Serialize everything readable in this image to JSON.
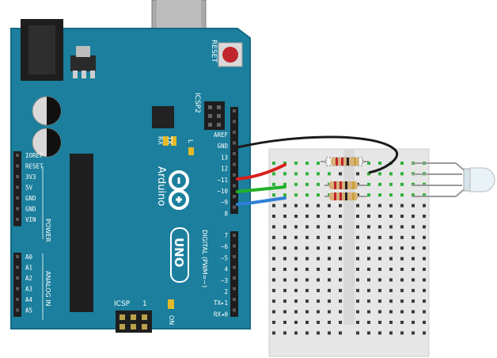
{
  "board": {
    "name": "Arduino",
    "model": "UNO",
    "reset": "RESET",
    "icsp2": "ICSP2",
    "icsp": "ICSP",
    "icsp_pin1": "1",
    "tx": "TX",
    "rx": "RX",
    "l": "L",
    "on": "ON",
    "digital": "DIGITAL (PWM=~)",
    "power": "POWER",
    "analog": "ANALOG IN",
    "power_pins": [
      "IOREF",
      "RESET",
      "3V3",
      "5V",
      "GND",
      "GND",
      "VIN"
    ],
    "analog_pins": [
      "A0",
      "A1",
      "A2",
      "A3",
      "A4",
      "A5"
    ],
    "top_header_pins": [
      "AREF",
      "GND",
      "13",
      "12",
      "~11",
      "~10",
      "~9",
      "8"
    ],
    "bottom_header_pins": [
      "7",
      "~6",
      "~5",
      "4",
      "~3",
      "2",
      "TX▸1",
      "RX◂0"
    ]
  },
  "colors": {
    "board": "#1b7f9d",
    "board_dark": "#156a84",
    "breadboard": "#e6e6e6",
    "wire_ground": "#1a1a1a",
    "wire_red": "#d8201a",
    "wire_green": "#22b028",
    "wire_blue": "#2f7fd8",
    "hole_green": "#2fb13a",
    "led": "#e9f2f6"
  }
}
